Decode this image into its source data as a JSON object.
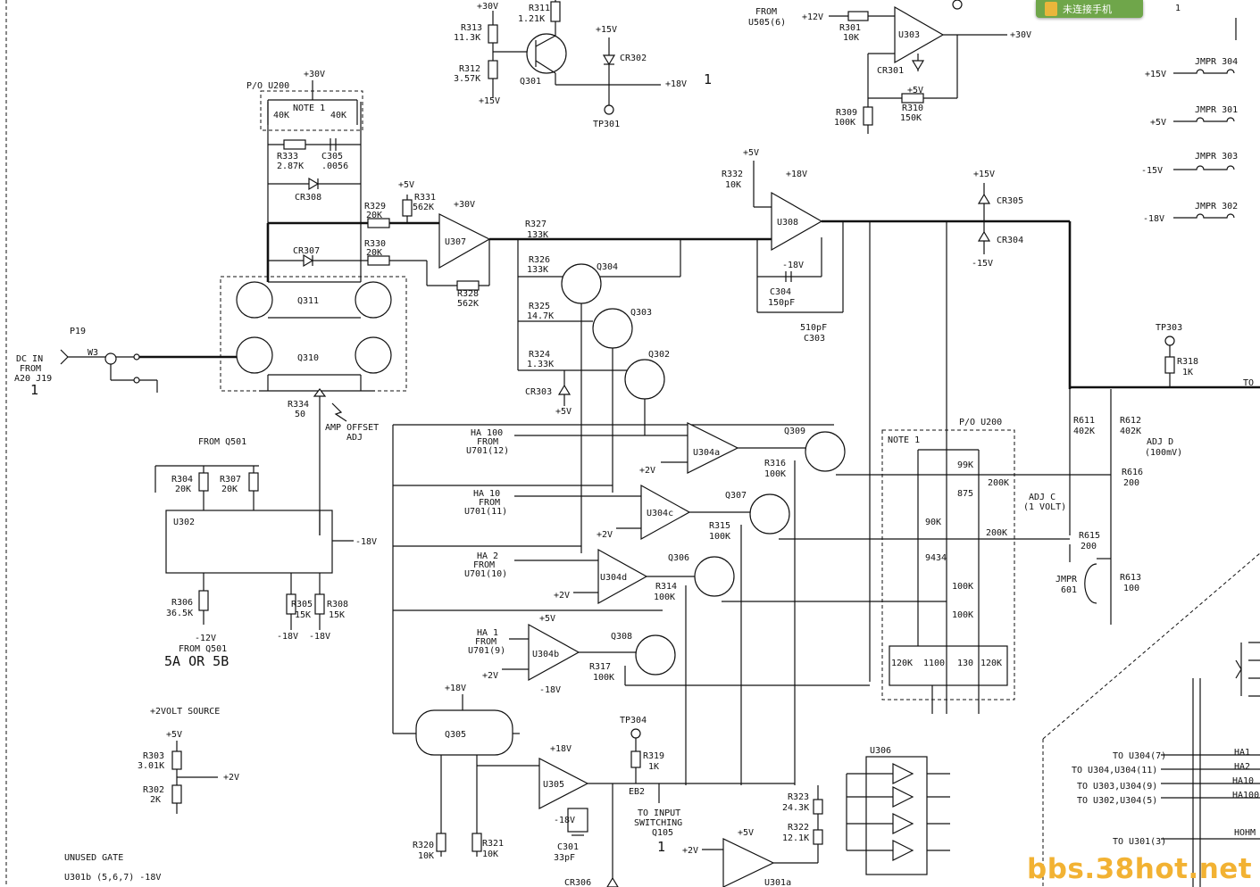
{
  "toolbar": {
    "phone_button_label": "未连接手机"
  },
  "watermark": "bbs.38hot.net",
  "labels": {
    "dc_in": "DC IN",
    "from": "FROM",
    "a20_j19": "A20 J19",
    "num_1": "1",
    "p19": "P19",
    "w3": "W3",
    "pu200_top": "P/O U200",
    "note1": "NOTE 1",
    "k40": "40K",
    "p30v": "+30V",
    "r333": "R333",
    "r333v": "2.87K",
    "c305": "C305",
    "c305v": ".0056",
    "cr308": "CR308",
    "cr307": "CR307",
    "r329": "R329",
    "r329v": "20K",
    "r330": "R330",
    "r330v": "20K",
    "r331": "R331",
    "r331v": "562K",
    "p5v": "+5V",
    "u307": "U307",
    "r328": "R328",
    "r328v": "562K",
    "q311": "Q311",
    "q310": "Q310",
    "r334": "R334",
    "r334v": "50",
    "amp_offset": "AMP OFFSET",
    "adj": "ADJ",
    "r313": "R313",
    "r313v": "11.3K",
    "r311": "R311",
    "r311v": "1.21K",
    "r312": "R312",
    "r312v": "3.57K",
    "q301": "Q301",
    "p15v": "+15V",
    "cr302": "CR302",
    "p18v": "+18V",
    "tp301": "TP301",
    "from_u505": "U505(6)",
    "p12v": "+12V",
    "r301": "R301",
    "r301v": "10K",
    "u303": "U303",
    "cr301": "CR301",
    "r309": "R309",
    "r309v": "100K",
    "r310": "R310",
    "r310v": "150K",
    "jmpr304": "JMPR 304",
    "jmpr301": "JMPR 301",
    "jmpr303": "JMPR 303",
    "jmpr302": "JMPR 302",
    "m15v": "-15V",
    "m18v": "-18V",
    "r327": "R327",
    "r327v": "133K",
    "r326": "R326",
    "r326v": "133K",
    "r325": "R325",
    "r325v": "14.7K",
    "r324": "R324",
    "r324v": "1.33K",
    "q304": "Q304",
    "q303": "Q303",
    "q302": "Q302",
    "cr303": "CR303",
    "r332": "R332",
    "r332v": "10K",
    "u308": "U308",
    "c304": "C304",
    "c304v": "150pF",
    "c303v": "510pF",
    "c303": "C303",
    "cr305": "CR305",
    "cr304": "CR304",
    "tp303": "TP303",
    "r318": "R318",
    "r318v": "1K",
    "ha100": "HA 100",
    "ha10": "HA 10",
    "ha2": "HA 2",
    "ha1": "HA 1",
    "u701_12": "U701(12)",
    "u701_11": "U701(11)",
    "u701_10": "U701(10)",
    "u701_9": "U701(9)",
    "u304a": "U304a",
    "u304c": "U304c",
    "u304d": "U304d",
    "u304b": "U304b",
    "p2v": "+2V",
    "q309": "Q309",
    "q307": "Q307",
    "q306": "Q306",
    "q308": "Q308",
    "r316": "R316",
    "r316v": "100K",
    "r315": "R315",
    "r315v": "100K",
    "r314": "R314",
    "r314v": "100K",
    "r317": "R317",
    "r317v": "100K",
    "pu200_mid": "P/O U200",
    "k99": "99K",
    "k875": "875",
    "k200": "200K",
    "k90": "90K",
    "k9434": "9434",
    "k100": "100K",
    "k120": "120K",
    "k1100": "1100",
    "k130": "130",
    "r611": "R611",
    "r611v": "402K",
    "r612": "R612",
    "r612v": "402K",
    "adj_d": "ADJ D",
    "adj_d_v": "(100mV)",
    "r616": "R616",
    "r616v": "200",
    "adj_c": "ADJ C",
    "adj_c_v": "(1 VOLT)",
    "r615": "R615",
    "r615v": "200",
    "jmpr601": "JMPR",
    "jmpr601n": "601",
    "r613": "R613",
    "r613v": "100",
    "from_q501": "FROM Q501",
    "r304": "R304",
    "r304v": "20K",
    "r307": "R307",
    "r307v": "20K",
    "u302": "U302",
    "r306": "R306",
    "r306v": "36.5K",
    "r305": "R305",
    "r305v": "15K",
    "r308": "R308",
    "r308v": "15K",
    "m12v": "-12V",
    "a5_5b": "5A OR 5B",
    "two_volt": "+2VOLT SOURCE",
    "r303": "R303",
    "r303v": "3.01K",
    "r302": "R302",
    "r302v": "2K",
    "unused": "UNUSED GATE",
    "u301b": "U301b (5,6,7) -18V",
    "q305": "Q305",
    "u305": "U305",
    "c301": "C301",
    "c301v": "33pF",
    "r320": "R320",
    "r320v": "10K",
    "r321": "R321",
    "r321v": "10K",
    "cr306": "CR306",
    "tp304": "TP304",
    "r319": "R319",
    "r319v": "1K",
    "eb2": "EB2",
    "to_input": "TO INPUT",
    "switching": "SWITCHING",
    "q105": "Q105",
    "u306": "U306",
    "r323": "R323",
    "r323v": "24.3K",
    "r322": "R322",
    "r322v": "12.1K",
    "u301a": "U301a",
    "to_u304_7": "TO U304(7)",
    "to_u304_11": "TO U304,U304(11)",
    "to_u303_9": "TO U303,U304(9)",
    "to_u302_5": "TO U302,U304(5)",
    "to_u301_3": "TO U301(3)",
    "ha1_r": "HA1",
    "ha2_r": "HA2",
    "ha10_r": "HA10",
    "ha100_r": "HA100",
    "hohm": "HOHM",
    "to": "TO"
  },
  "icons": {
    "phone": "phone-icon"
  },
  "colors": {
    "watermark": "#f2b233",
    "phone_button": "#6fa64a",
    "ink": "#111111"
  }
}
